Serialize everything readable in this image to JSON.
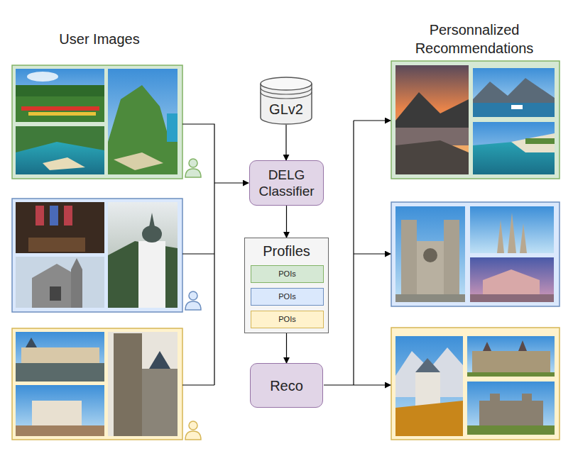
{
  "diagram": {
    "nodes": [
      {
        "text": [
          "GLv2"
        ]
      },
      {
        "text": [
          "DELG Classifier"
        ]
      },
      {
        "text": [
          "Profiles"
        ]
      },
      {
        "text": [
          "POIs"
        ],
        "in": 2
      },
      {
        "text": [
          "POIs"
        ],
        "in": 2
      },
      {
        "text": [
          "POIs"
        ],
        "in": 2
      },
      {
        "text": [
          "Reco"
        ]
      }
    ],
    "edges": [
      {
        "from": 0,
        "to": 1,
        "arrow": "to"
      },
      {
        "from": 1,
        "to": 2,
        "arrow": "to"
      },
      {
        "from": 2,
        "to": 6,
        "arrow": "to"
      }
    ],
    "labels": [
      "User Images",
      "Personnalized Recommendations"
    ]
  }
}
